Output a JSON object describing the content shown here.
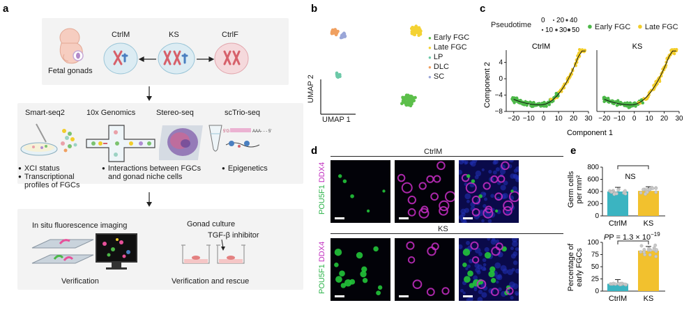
{
  "panels": {
    "a": "a",
    "b": "b",
    "c": "c",
    "d": "d",
    "e": "e"
  },
  "panel_a": {
    "fetal_gonads": "Fetal gonads",
    "cell_ctrlm": "CtrlM",
    "cell_ks": "KS",
    "cell_ctrlf": "CtrlF",
    "methods": [
      "Smart-seq2",
      "10x Genomics",
      "Stereo-seq",
      "scTrio-seq"
    ],
    "smart_bullets": [
      "XCI status",
      "Transcriptional",
      "profiles of FGCs"
    ],
    "tenx_bullets": [
      "Interactions between FGCs",
      "and gonad niche cells"
    ],
    "trio_bullets": [
      "Epigenetics"
    ],
    "seq_5prime": "5′G",
    "seq_tail": "AAA- - - 5′",
    "insitu": "In situ fluorescence imaging",
    "gonad_culture": "Gonad culture",
    "tgf": "TGF-β inhibitor",
    "verification": "Verification",
    "verification_rescue": "Verification and rescue"
  },
  "panel_b": {
    "legend": [
      {
        "label": "Early FGC",
        "color": "#5cbf4a"
      },
      {
        "label": "Late FGC",
        "color": "#f4d233"
      },
      {
        "label": "LP",
        "color": "#6cc9a8"
      },
      {
        "label": "DLC",
        "color": "#f0a060"
      },
      {
        "label": "SC",
        "color": "#9aa6d8"
      }
    ],
    "xaxis": "UMAP 1",
    "yaxis": "UMAP 2"
  },
  "panel_c": {
    "pseudotime_label": "Pseudotime",
    "pseudotime_values": [
      "0",
      "20",
      "40",
      "10",
      "30",
      "50"
    ],
    "legend": [
      {
        "label": "Early FGC",
        "color": "#4cb848"
      },
      {
        "label": "Late FGC",
        "color": "#f2cd2a"
      }
    ],
    "left_title": "CtrlM",
    "right_title": "KS",
    "xlabel": "Component 1",
    "ylabel": "Component 2",
    "x_ticks": [
      "−20",
      "−10",
      "0",
      "10",
      "20",
      "30"
    ],
    "y_ticks": [
      "4",
      "0",
      "−4",
      "−8"
    ]
  },
  "panel_d": {
    "row1_title": "CtrlM",
    "row2_title": "KS",
    "row1_side": {
      "a": "POU5F1",
      "b": "DDX4"
    },
    "row2_side": {
      "a": "POU5F1",
      "b": "DDX4"
    }
  },
  "panel_e": {
    "top_ylabel": [
      "Germ cells",
      "per mm²"
    ],
    "top_yticks": [
      "800",
      "600",
      "400",
      "200",
      "0"
    ],
    "top_sig": "NS",
    "bottom_ylabel": [
      "Percentage of",
      "early FGCs"
    ],
    "bottom_yticks": [
      "100",
      "75",
      "50",
      "25",
      "0"
    ],
    "p_text": "P = 1.3 × 10",
    "p_exp": "−19",
    "categories": [
      "CtrlM",
      "KS"
    ]
  },
  "chart_data": [
    {
      "type": "bar",
      "title": "",
      "categories": [
        "CtrlM",
        "KS"
      ],
      "values": [
        400,
        410
      ],
      "ylabel": "Germ cells per mm²",
      "ylim": [
        0,
        800
      ],
      "annotation": "NS",
      "colors": [
        "#3bb4c1",
        "#f2c12e"
      ]
    },
    {
      "type": "bar",
      "title": "",
      "categories": [
        "CtrlM",
        "KS"
      ],
      "values": [
        15,
        83
      ],
      "ylabel": "Percentage of early FGCs",
      "ylim": [
        0,
        100
      ],
      "annotation": "P = 1.3 × 10−19",
      "colors": [
        "#3bb4c1",
        "#f2c12e"
      ]
    },
    {
      "type": "scatter",
      "title": "",
      "xlabel": "Component 1",
      "ylabel": "Component 2",
      "panels": [
        "CtrlM",
        "KS"
      ],
      "xlim": [
        -25,
        30
      ],
      "ylim": [
        -8,
        7
      ],
      "series": [
        {
          "name": "Early FGC",
          "color": "#4cb848"
        },
        {
          "name": "Late FGC",
          "color": "#f2cd2a"
        }
      ]
    }
  ]
}
